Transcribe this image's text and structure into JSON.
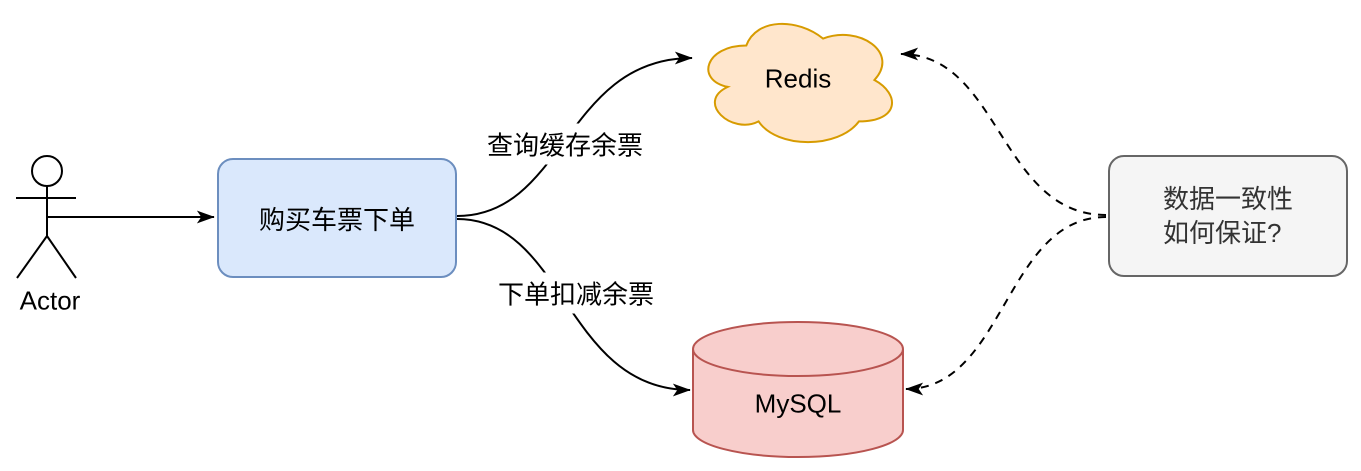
{
  "nodes": {
    "actor": {
      "label": "Actor"
    },
    "order": {
      "label": "购买车票下单",
      "fill": "#dae8fc",
      "stroke": "#6c8ebf"
    },
    "redis": {
      "label": "Redis",
      "fill": "#ffe6cc",
      "stroke": "#d79b00"
    },
    "mysql": {
      "label": "MySQL",
      "fill": "#f8cecc",
      "stroke": "#b85450"
    },
    "question": {
      "line1": "数据一致性",
      "line2": "如何保证?",
      "fill": "#f5f5f5",
      "stroke": "#666666",
      "text_color": "#333333"
    }
  },
  "edges": {
    "actor_to_order": {
      "style": "solid-arrow"
    },
    "query_cache": {
      "label": "查询缓存余票",
      "style": "solid-arrow"
    },
    "order_deduct": {
      "label": "下单扣减余票",
      "style": "solid-arrow"
    },
    "consistency_redis": {
      "style": "dashed-arrow"
    },
    "consistency_mysql": {
      "style": "dashed-arrow"
    }
  },
  "colors": {
    "edge": "#000000",
    "text": "#000000",
    "background": "#ffffff"
  }
}
